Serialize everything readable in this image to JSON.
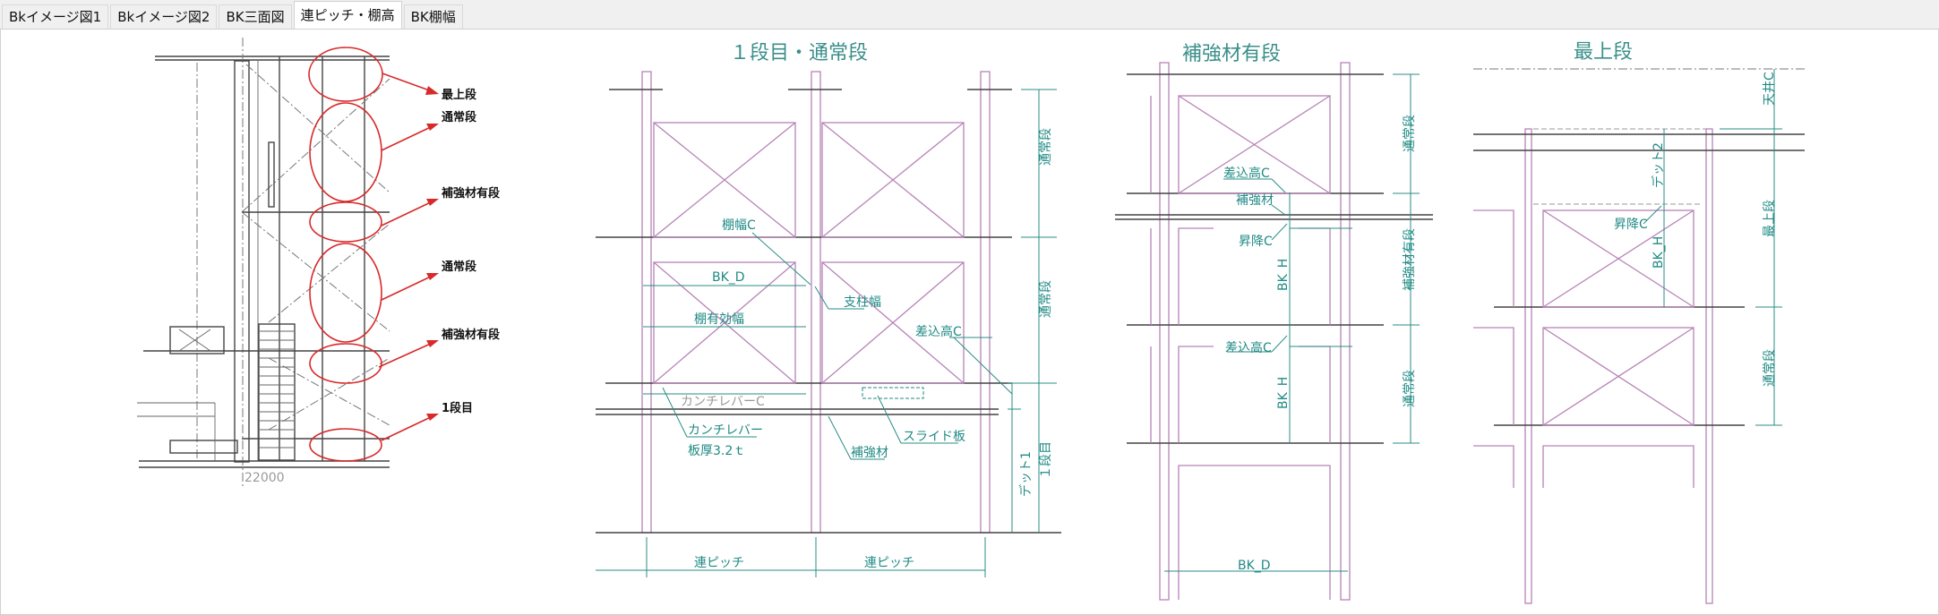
{
  "tabs": [
    {
      "label": "Bkイメージ図1"
    },
    {
      "label": "Bkイメージ図2"
    },
    {
      "label": "BK三面図"
    },
    {
      "label": "連ピッチ・棚高",
      "active": true
    },
    {
      "label": "BK棚幅"
    }
  ],
  "overview": {
    "labels": [
      "最上段",
      "通常段",
      "補強材有段",
      "通常段",
      "補強材有段",
      "1段目"
    ],
    "dimension": "22000"
  },
  "panel1": {
    "title": "１段目・通常段",
    "tanahaba": "棚幅C",
    "bk_d": "BK_D",
    "shichuhaba": "支柱幅",
    "yukohaba": "棚有効幅",
    "sashikomi": "差込高C",
    "cantilever_c": "カンチレバーC",
    "cantilever": "カンチレバー",
    "thickness": "板厚3.2ｔ",
    "slide": "スライド板",
    "hokyo": "補強材",
    "pitch1": "連ピッチ",
    "pitch2": "連ピッチ",
    "dim_normal1": "通常段",
    "dim_normal2": "通常段",
    "dead1": "デット1",
    "first": "１段目"
  },
  "panel2": {
    "title": "補強材有段",
    "sashikomi1": "差込高C",
    "hokyo": "補強材",
    "shoko": "昇降C",
    "bk_h1": "BK_H",
    "sashikomi2": "差込高C",
    "bk_h2": "BK_H",
    "bk_d": "BK_D",
    "dim_normal1": "通常段",
    "dim_hokyo": "補強材有段",
    "dim_normal2": "通常段"
  },
  "panel3": {
    "title": "最上段",
    "tenjo": "天井C",
    "dead2": "デット2",
    "shoko": "昇降C",
    "bk_h": "BK_H",
    "dim_top": "最上段",
    "dim_normal": "通常段"
  },
  "colors": {
    "annotation": "#1f8a84",
    "pallet": "#b783b7",
    "callout": "#d82a2a"
  }
}
